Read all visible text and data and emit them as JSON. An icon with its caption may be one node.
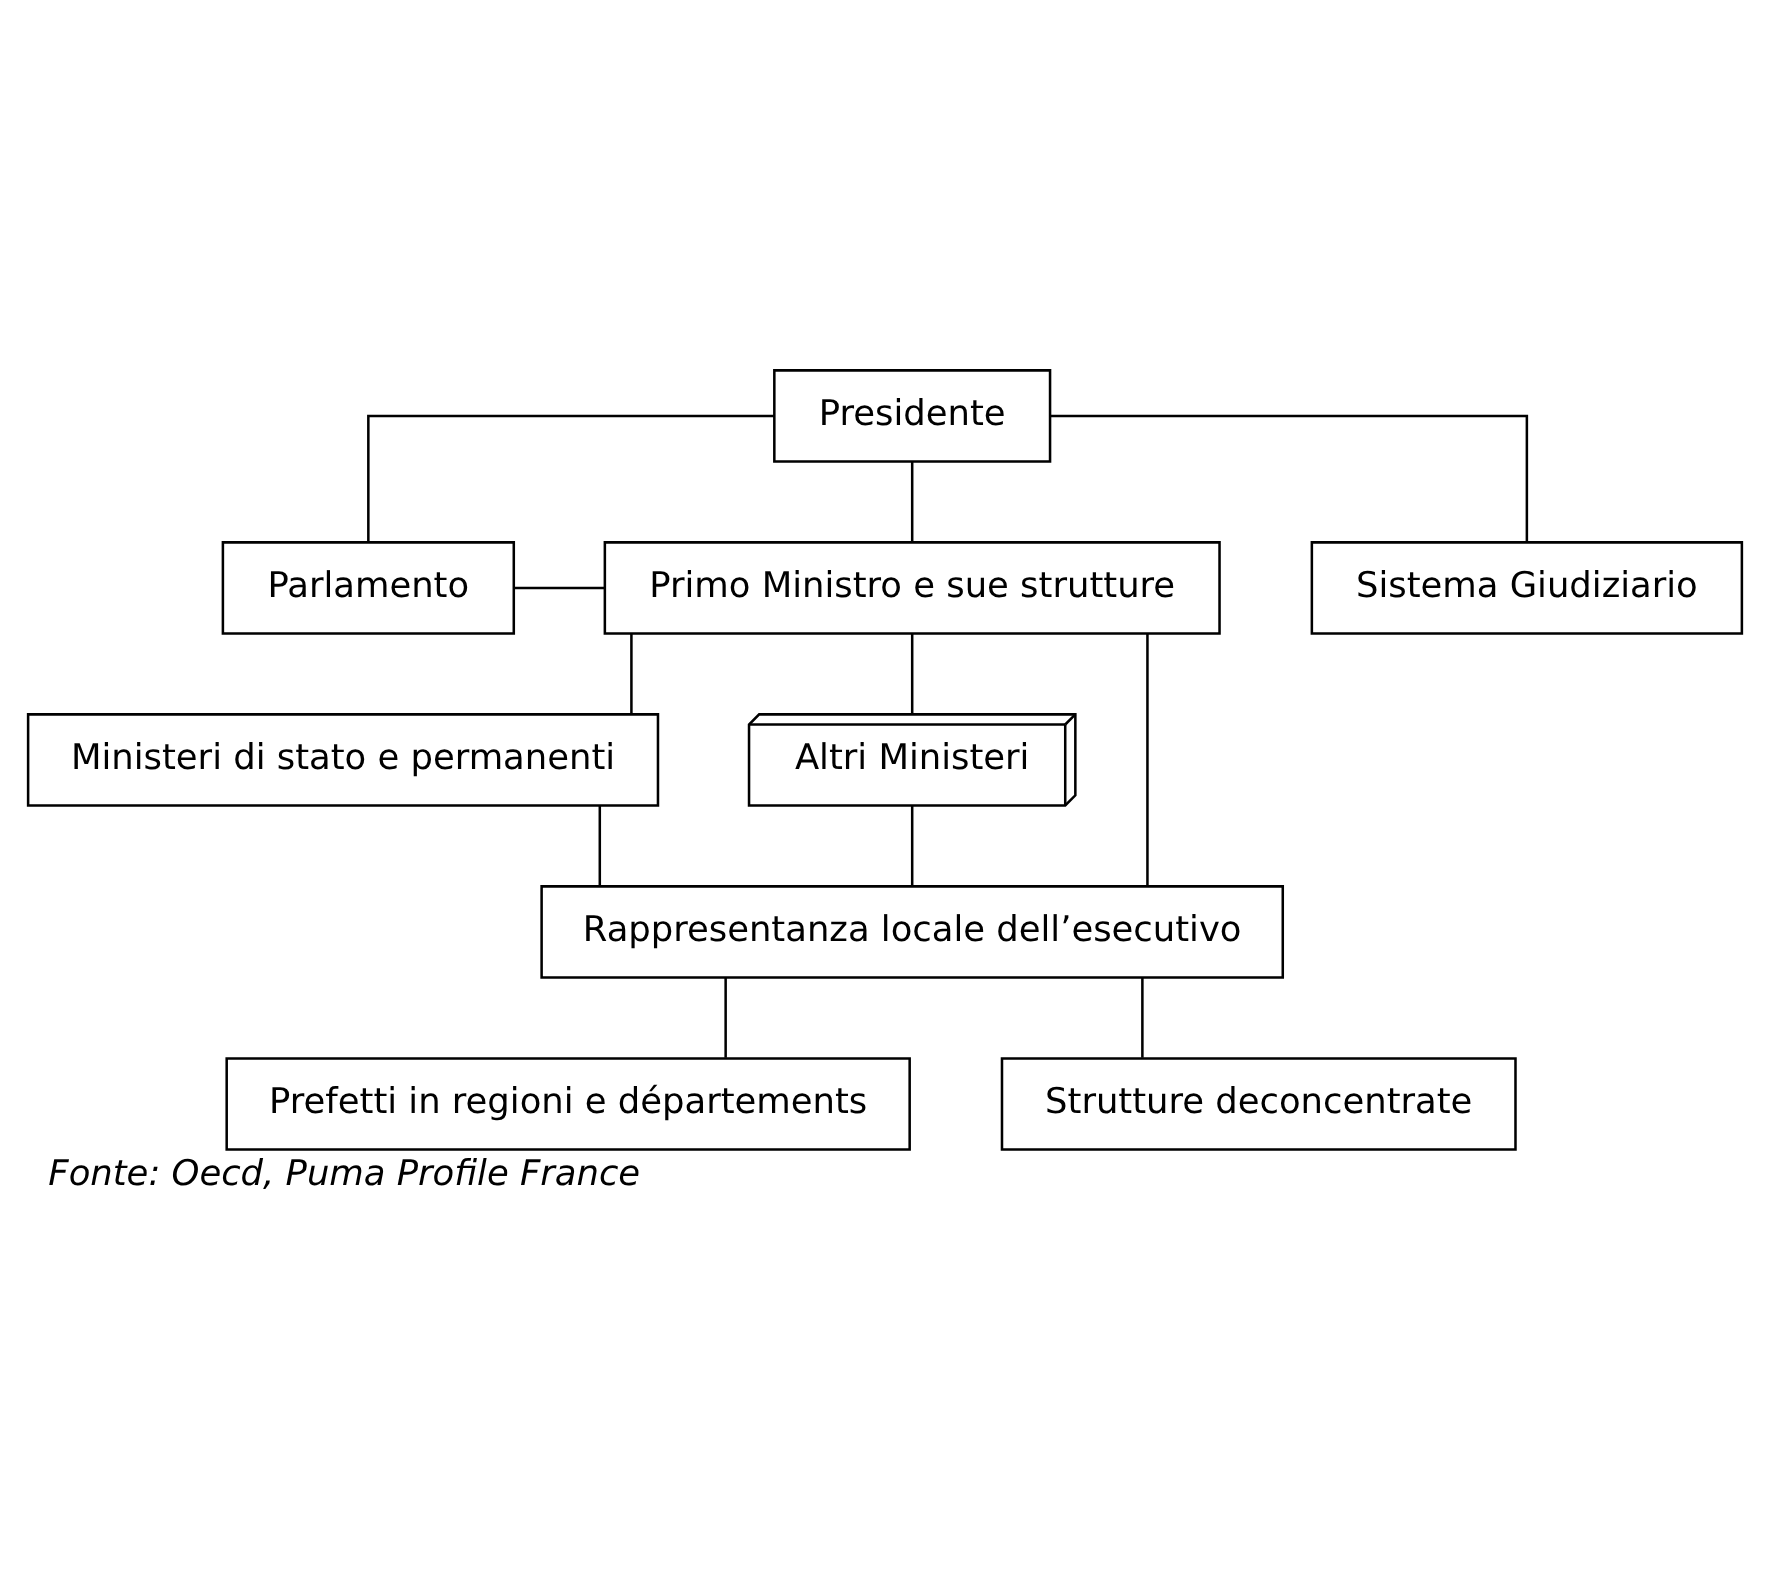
{
  "diagram": {
    "caption": "Fonte: Oecd, Puma Profile France",
    "nodes": [
      {
        "text": [
          "Presidente"
        ]
      },
      {
        "text": [
          "Parlamento"
        ]
      },
      {
        "text": [
          "Primo Ministro e sue strutture"
        ]
      },
      {
        "text": [
          "Sistema Giudiziario"
        ]
      },
      {
        "text": [
          "Ministeri di stato e permanenti"
        ]
      },
      {
        "text": [
          "Altri Ministeri"
        ]
      },
      {
        "text": [
          "Rappresentanza locale dell’esecutivo"
        ]
      },
      {
        "text": [
          "Prefetti in regioni e départements"
        ]
      },
      {
        "text": [
          "Strutture deconcentrate"
        ]
      }
    ],
    "edges": [
      {
        "from": 0,
        "to": 1,
        "arrow": "none"
      },
      {
        "from": 0,
        "to": 2,
        "arrow": "none"
      },
      {
        "from": 0,
        "to": 3,
        "arrow": "none"
      },
      {
        "from": 1,
        "to": 2,
        "arrow": "none"
      },
      {
        "from": 2,
        "to": 4,
        "arrow": "none"
      },
      {
        "from": 2,
        "to": 5,
        "arrow": "none"
      },
      {
        "from": 2,
        "to": 6,
        "arrow": "none"
      },
      {
        "from": 4,
        "to": 6,
        "arrow": "none"
      },
      {
        "from": 5,
        "to": 6,
        "arrow": "none"
      },
      {
        "from": 6,
        "to": 7,
        "arrow": "none"
      },
      {
        "from": 6,
        "to": 8,
        "arrow": "none"
      }
    ]
  }
}
